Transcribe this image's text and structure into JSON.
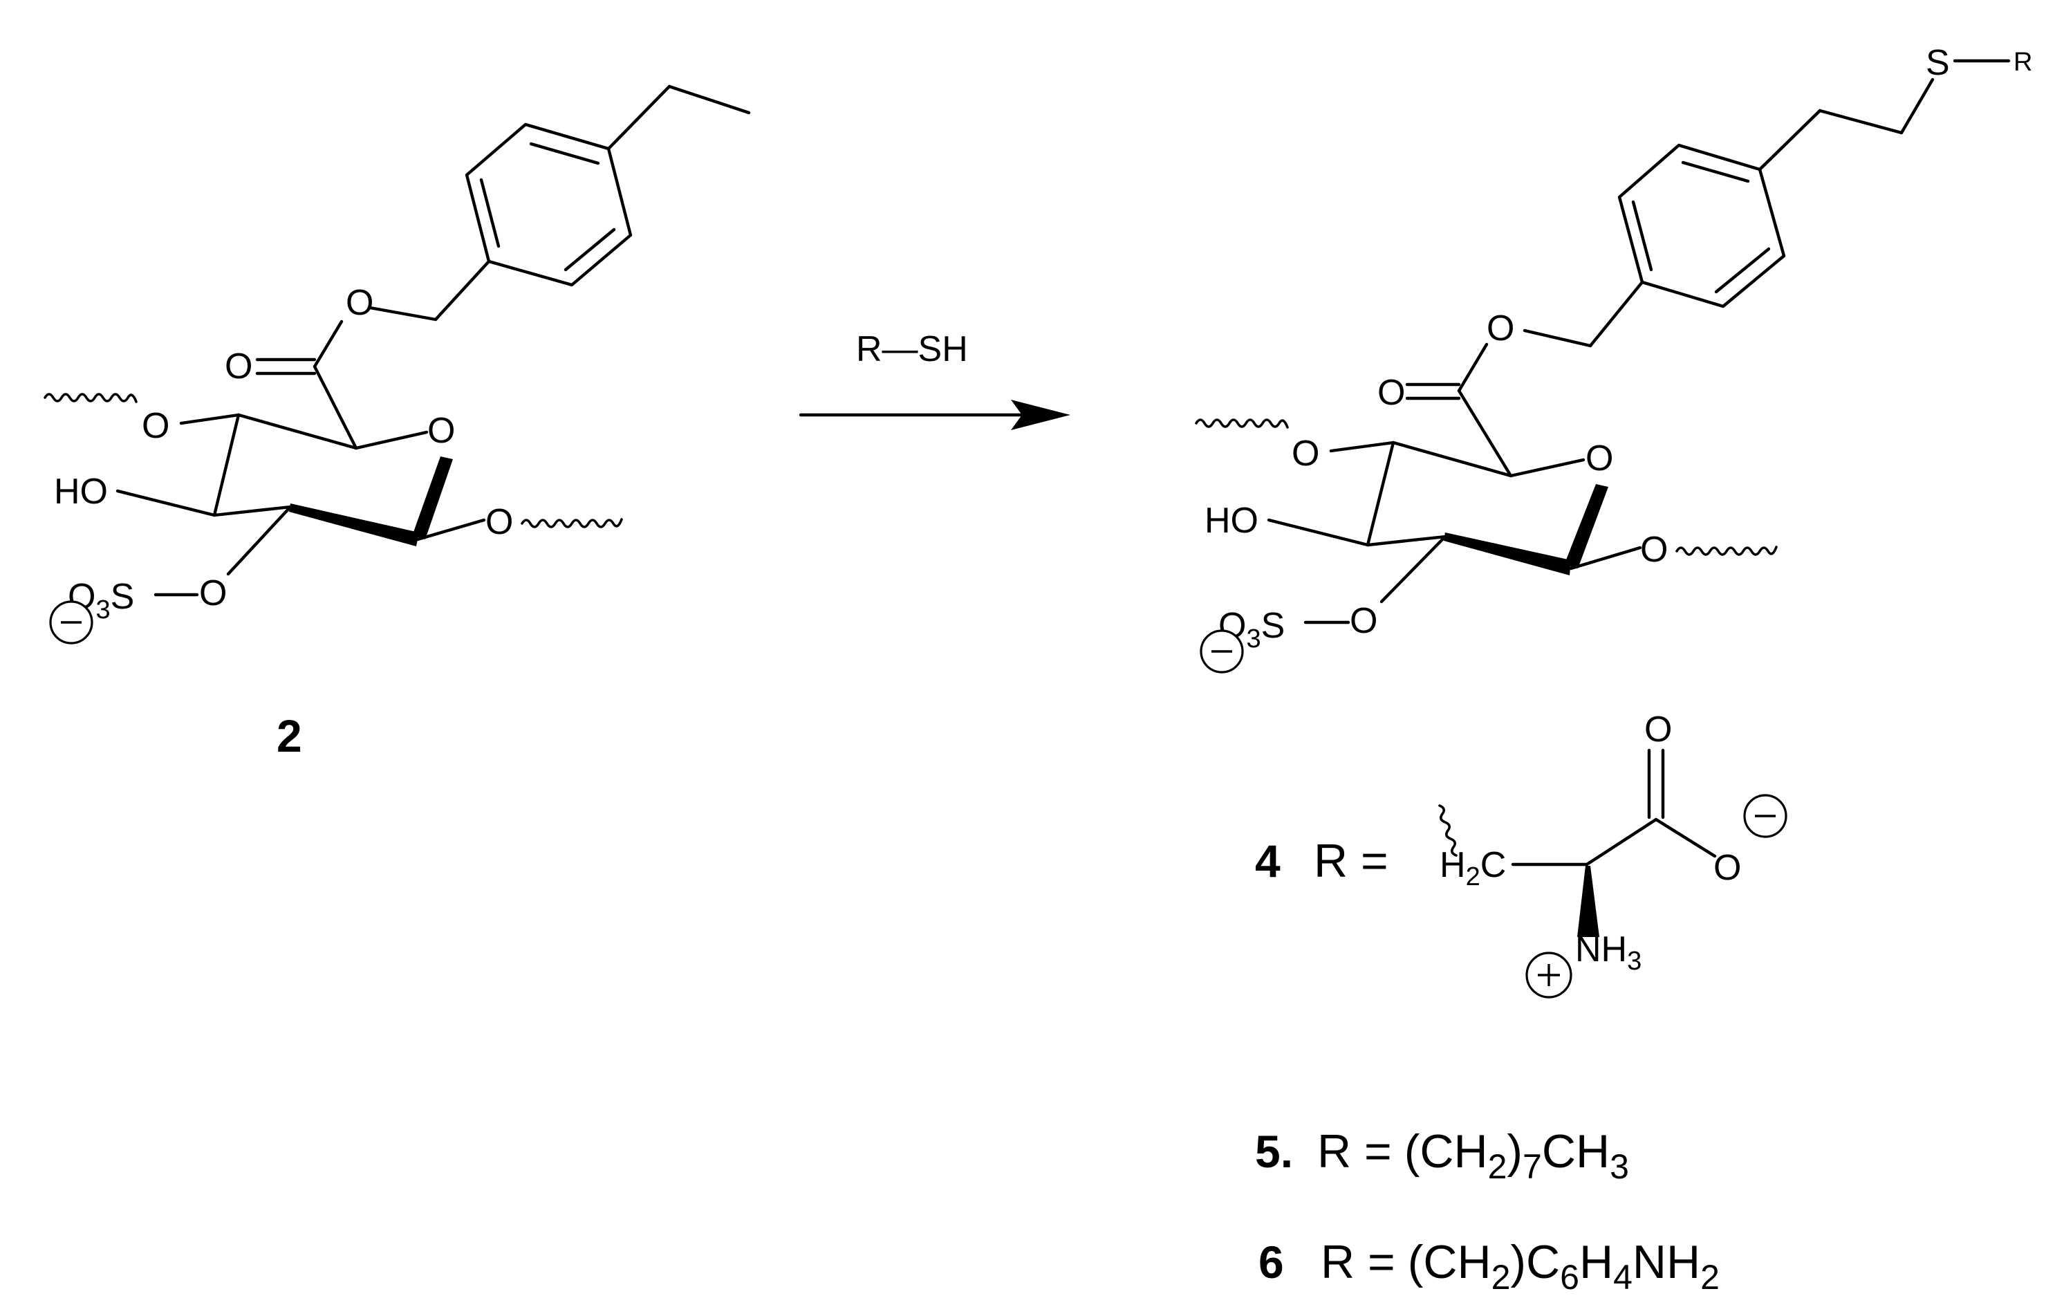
{
  "reagent": {
    "label": "R—SH"
  },
  "starting_material": {
    "number": "2",
    "atoms": {
      "ester_oxygen": "O",
      "carbonyl_oxygen": "O",
      "ring_oxygen": "O",
      "glycosidic_oxygen_left": "O",
      "glycosidic_oxygen_right": "O",
      "hydroxyl": "HO",
      "sulfate_oxygen": "O",
      "sulfate_group": "O3S",
      "sulfate_o": "O",
      "sulfate_sub": "3",
      "sulfate_s": "S",
      "charge": "−"
    }
  },
  "product": {
    "atoms": {
      "thioether_s": "S",
      "r_group": "R",
      "ester_oxygen": "O",
      "carbonyl_oxygen": "O",
      "ring_oxygen": "O",
      "glycosidic_oxygen_left": "O",
      "glycosidic_oxygen_right": "O",
      "hydroxyl": "HO",
      "sulfate_oxygen": "O",
      "sulfate_o": "O",
      "sulfate_sub": "3",
      "sulfate_s": "S",
      "charge": "−"
    }
  },
  "r_definitions": [
    {
      "number": "4",
      "prefix": "R =",
      "structure": {
        "h2c": "H",
        "h2c_sub": "2",
        "h2c_c": "C",
        "carbonyl_o": "O",
        "carboxylate_o": "O",
        "carboxylate_charge": "−",
        "amine": "NH",
        "amine_sub": "3",
        "amine_charge": "+"
      }
    },
    {
      "number": "5.",
      "prefix": "R =",
      "formula_parts": [
        "(CH",
        "2",
        ")",
        "7",
        "CH",
        "3"
      ]
    },
    {
      "number": "6",
      "prefix": "R =",
      "formula_parts": [
        "(CH",
        "2",
        ")C",
        "6",
        "H",
        "4",
        "NH",
        "2"
      ]
    }
  ]
}
